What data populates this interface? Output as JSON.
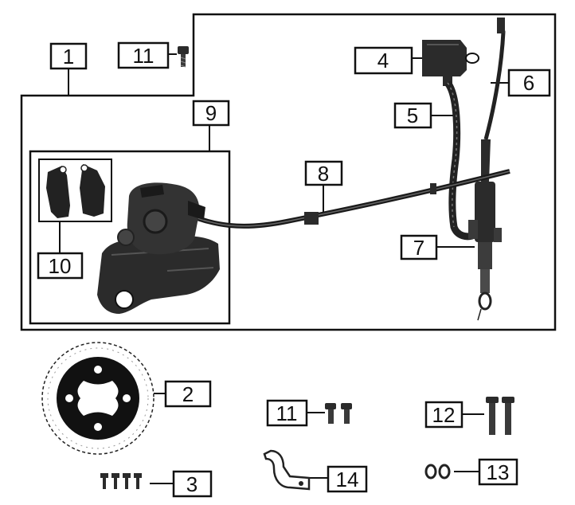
{
  "labels": {
    "l1": "1",
    "l2": "2",
    "l3": "3",
    "l4": "4",
    "l5": "5",
    "l6": "6",
    "l7": "7",
    "l8": "8",
    "l9": "9",
    "l10": "10",
    "l11a": "11",
    "l11b": "11",
    "l12": "12",
    "l13": "13",
    "l14": "14"
  },
  "colors": {
    "line": "#111111",
    "part": "#2b2b2b",
    "part_mid": "#5a5a5a",
    "bg": "#ffffff"
  }
}
